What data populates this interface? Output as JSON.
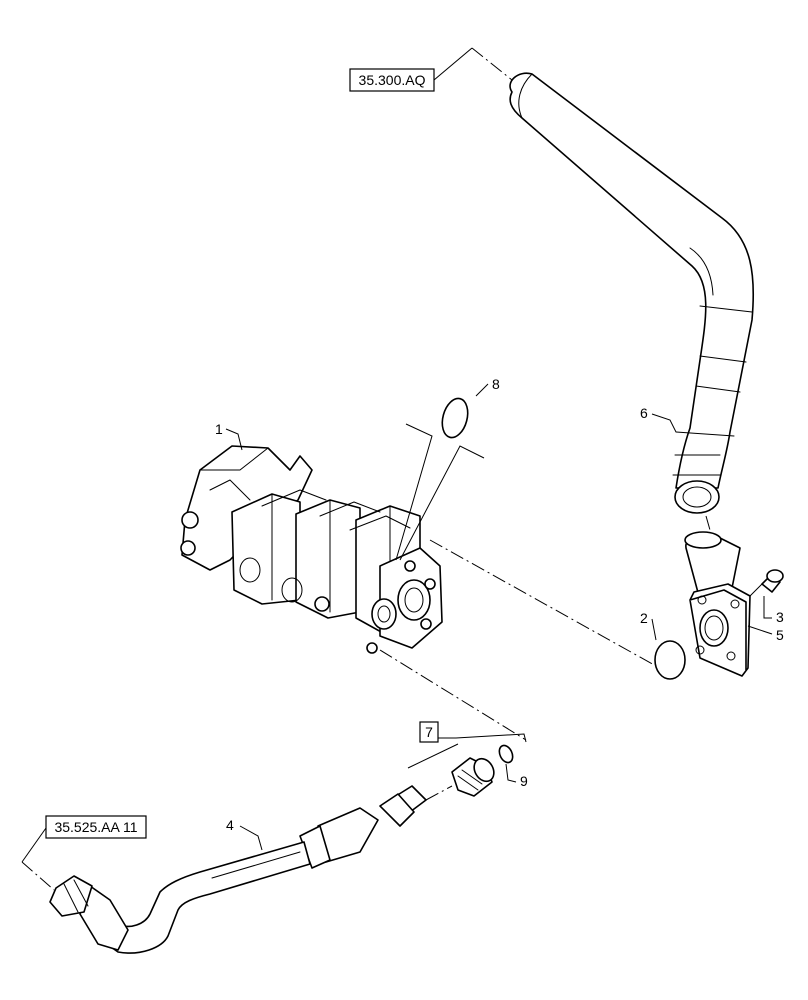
{
  "references": {
    "top": "35.300.AQ",
    "left": "35.525.AA 11"
  },
  "callouts": {
    "c1": "1",
    "c2": "2",
    "c3": "3",
    "c4": "4",
    "c5": "5",
    "c6": "6",
    "c7": "7",
    "c8": "8",
    "c9": "9"
  }
}
